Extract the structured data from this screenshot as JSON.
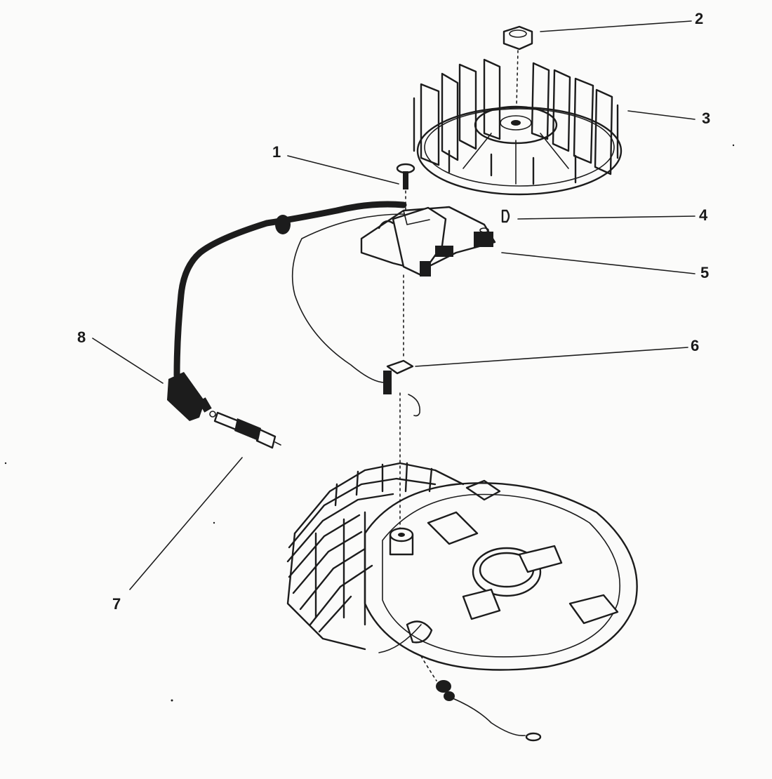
{
  "diagram": {
    "callouts": [
      {
        "id": "1",
        "part": "screw"
      },
      {
        "id": "2",
        "part": "flywheel-nut"
      },
      {
        "id": "3",
        "part": "flywheel"
      },
      {
        "id": "4",
        "part": "flywheel-key"
      },
      {
        "id": "5",
        "part": "ignition-module"
      },
      {
        "id": "6",
        "part": "ground-clip"
      },
      {
        "id": "7",
        "part": "spark-plug"
      },
      {
        "id": "8",
        "part": "spark-plug-boot"
      }
    ],
    "ink_color": "#1c1c1c",
    "paper_color": "#fbfbfa"
  }
}
